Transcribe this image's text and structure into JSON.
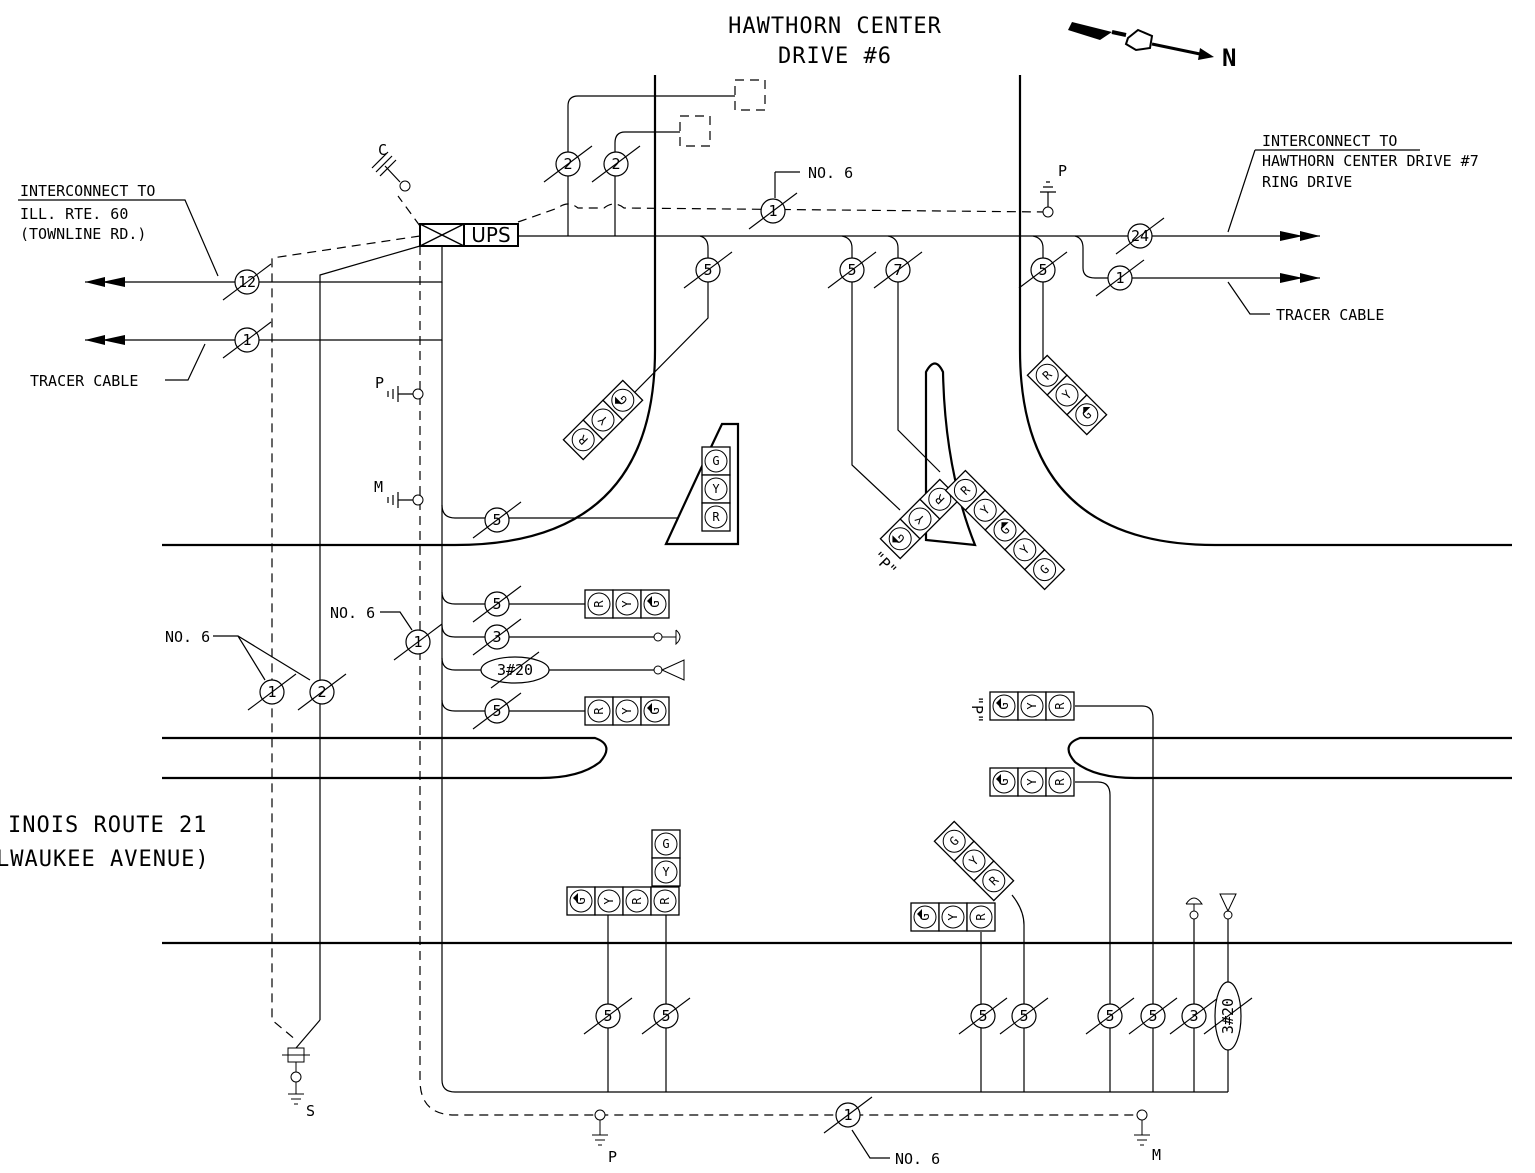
{
  "title": {
    "line1": "HAWTHORN CENTER",
    "line2": "DRIVE #6"
  },
  "north_label": "N",
  "road_name": {
    "line1": "INOIS ROUTE 21",
    "line2": "LWAUKEE AVENUE)"
  },
  "controller_label": "UPS",
  "interconnect_left": {
    "line1": "INTERCONNECT TO",
    "line2": "ILL. RTE. 60",
    "line3": "(TOWNLINE RD.)"
  },
  "interconnect_right": {
    "line1": "INTERCONNECT TO",
    "line2": "HAWTHORN CENTER DRIVE #7",
    "line3": "RING DRIVE"
  },
  "tracer_cable_left": "TRACER CABLE",
  "tracer_cable_right": "TRACER CABLE",
  "no6": "NO. 6",
  "detector_labels": {
    "c": "C",
    "p": "P",
    "m": "M",
    "s": "S"
  },
  "phase_label": "\"P\"",
  "cables": {
    "two": "2",
    "one": "1",
    "five": "5",
    "seven": "7",
    "three": "3",
    "twelve": "12",
    "twentyfour": "24",
    "three20": "3#20"
  },
  "lens": {
    "r": "R",
    "y": "Y",
    "g": "G"
  }
}
